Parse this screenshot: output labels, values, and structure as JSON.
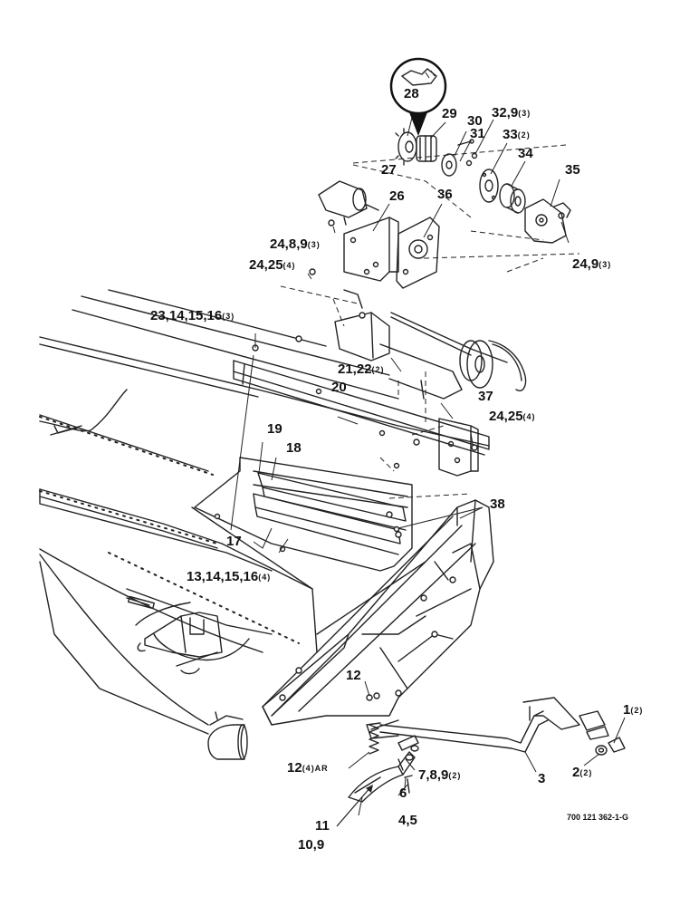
{
  "drawing_number": "700 121 362-1-G",
  "callouts": {
    "c1": {
      "text": "1",
      "qty": "(2)"
    },
    "c2": {
      "text": "2",
      "qty": "(2)"
    },
    "c3": {
      "text": "3",
      "qty": ""
    },
    "c4": {
      "text": "4,5",
      "qty": ""
    },
    "c6": {
      "text": "6",
      "qty": ""
    },
    "c7": {
      "text": "7,8,9",
      "qty": "(2)"
    },
    "c10": {
      "text": "10,9",
      "qty": ""
    },
    "c11": {
      "text": "11",
      "qty": ""
    },
    "c12a": {
      "text": "12",
      "qty": ""
    },
    "c12b": {
      "text": "12",
      "qty": "(4)AR"
    },
    "c13": {
      "text": "13,14,15,16",
      "qty": "(4)"
    },
    "c17": {
      "text": "17",
      "qty": ""
    },
    "c18": {
      "text": "18",
      "qty": ""
    },
    "c19": {
      "text": "19",
      "qty": ""
    },
    "c20": {
      "text": "20",
      "qty": ""
    },
    "c21": {
      "text": "21,22",
      "qty": "(2)"
    },
    "c23": {
      "text": "23,14,15,16",
      "qty": "(3)"
    },
    "c24a": {
      "text": "24,8,9",
      "qty": "(3)"
    },
    "c24b": {
      "text": "24,25",
      "qty": "(4)"
    },
    "c24c": {
      "text": "24,25",
      "qty": "(4)"
    },
    "c24d": {
      "text": "24,9",
      "qty": "(3)"
    },
    "c26": {
      "text": "26",
      "qty": ""
    },
    "c27": {
      "text": "27",
      "qty": ""
    },
    "c28": {
      "text": "28",
      "qty": ""
    },
    "c29": {
      "text": "29",
      "qty": ""
    },
    "c30": {
      "text": "30",
      "qty": ""
    },
    "c31": {
      "text": "31",
      "qty": ""
    },
    "c32": {
      "text": "32,9",
      "qty": "(3)"
    },
    "c33": {
      "text": "33",
      "qty": "(2)"
    },
    "c34": {
      "text": "34",
      "qty": ""
    },
    "c35": {
      "text": "35",
      "qty": ""
    },
    "c36": {
      "text": "36",
      "qty": ""
    },
    "c37": {
      "text": "37",
      "qty": ""
    },
    "c38": {
      "text": "38",
      "qty": ""
    }
  }
}
